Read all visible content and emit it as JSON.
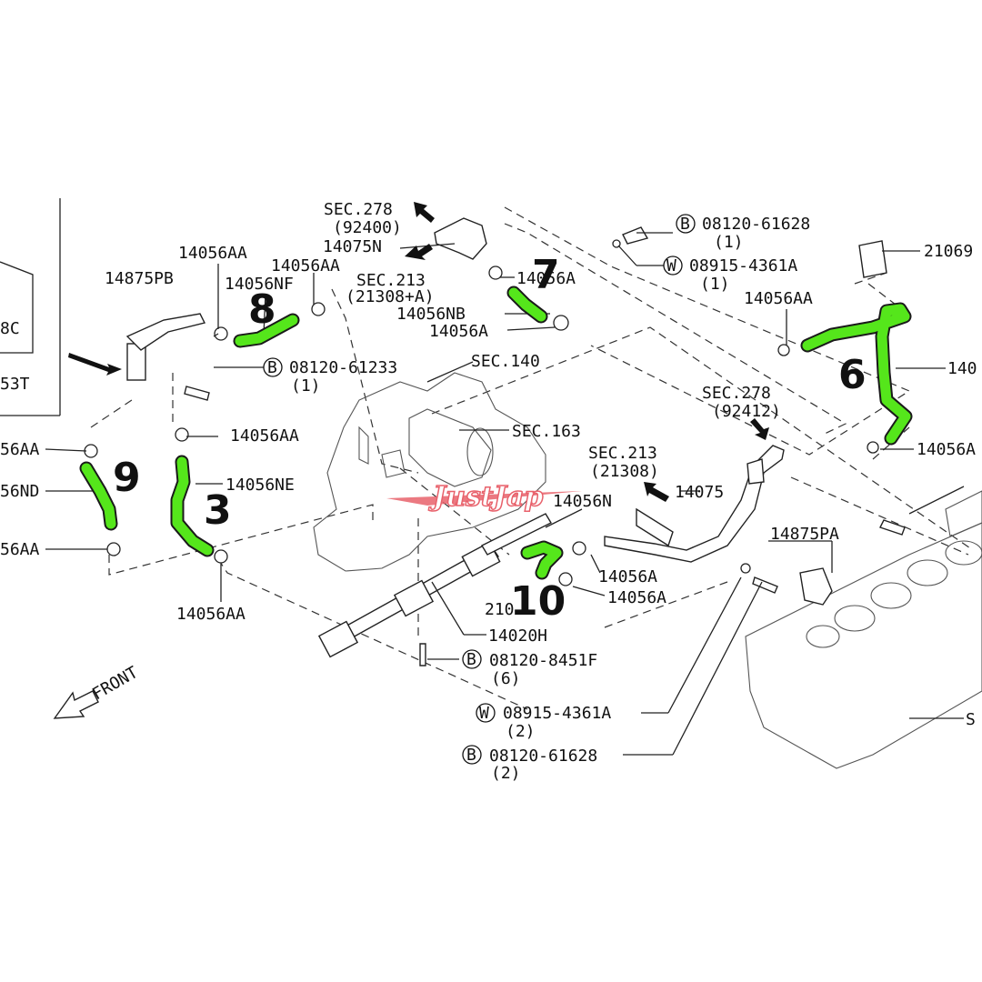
{
  "labels": {
    "sec278_top": "SEC.278",
    "sec278_top_ref": "(92400)",
    "p14075N": "14075N",
    "sec213_top": "SEC.213",
    "sec213_top_ref": "(21308+A)",
    "p14056AA_a": "14056AA",
    "p14056AA_b": "14056AA",
    "p14875PB": "14875PB",
    "p14056NF": "14056NF",
    "p14056A_top": "14056A",
    "p14056NB": "14056NB",
    "p14056A_mid": "14056A",
    "bolt_top_code": "08120-61628",
    "bolt_top_qty": "(1)",
    "washer_top_code": "08915-4361A",
    "washer_top_qty": "(1)",
    "p21069": "21069",
    "p14056AA_right": "14056AA",
    "p140_right": "140",
    "p14056_right": "14056A",
    "box_bc": "8C",
    "box_53t": "53T",
    "bolt_mid_code": "08120-61233",
    "bolt_mid_qty": "(1)",
    "sec140": "SEC.140",
    "sec163": "SEC.163",
    "sec278_mid": "SEC.278",
    "sec278_mid_ref": "(92412)",
    "p14056AA_c": "14056AA",
    "p14056NE": "14056NE",
    "sec213_mid": "SEC.213",
    "sec213_mid_ref": "(21308)",
    "p14075": "14075",
    "p14056N": "14056N",
    "p56AA_left1": "56AA",
    "p56ND_left": "56ND",
    "p56AA_left2": "56AA",
    "p14875PA": "14875PA",
    "p14056A_low1": "14056A",
    "p14056A_low2": "14056A",
    "p210_partial": "210",
    "p14056AA_low": "14056AA",
    "p14020H": "14020H",
    "bolt_low_code": "08120-8451F",
    "bolt_low_qty": "(6)",
    "washer_low_code": "08915-4361A",
    "washer_low_qty": "(2)",
    "bolt_bot_code": "08120-61628",
    "bolt_bot_qty": "(2)",
    "front": "FRONT",
    "s_right": "S",
    "bolt_symbol": "B",
    "washer_symbol": "W"
  },
  "callouts": {
    "n8": "8",
    "n7": "7",
    "n6": "6",
    "n9": "9",
    "n3": "3",
    "n10": "10"
  },
  "watermark": "JustJap",
  "colors": {
    "hose_highlight": "#55e61b",
    "watermark": "#e8616b",
    "line": "#222222",
    "background": "#ffffff"
  }
}
